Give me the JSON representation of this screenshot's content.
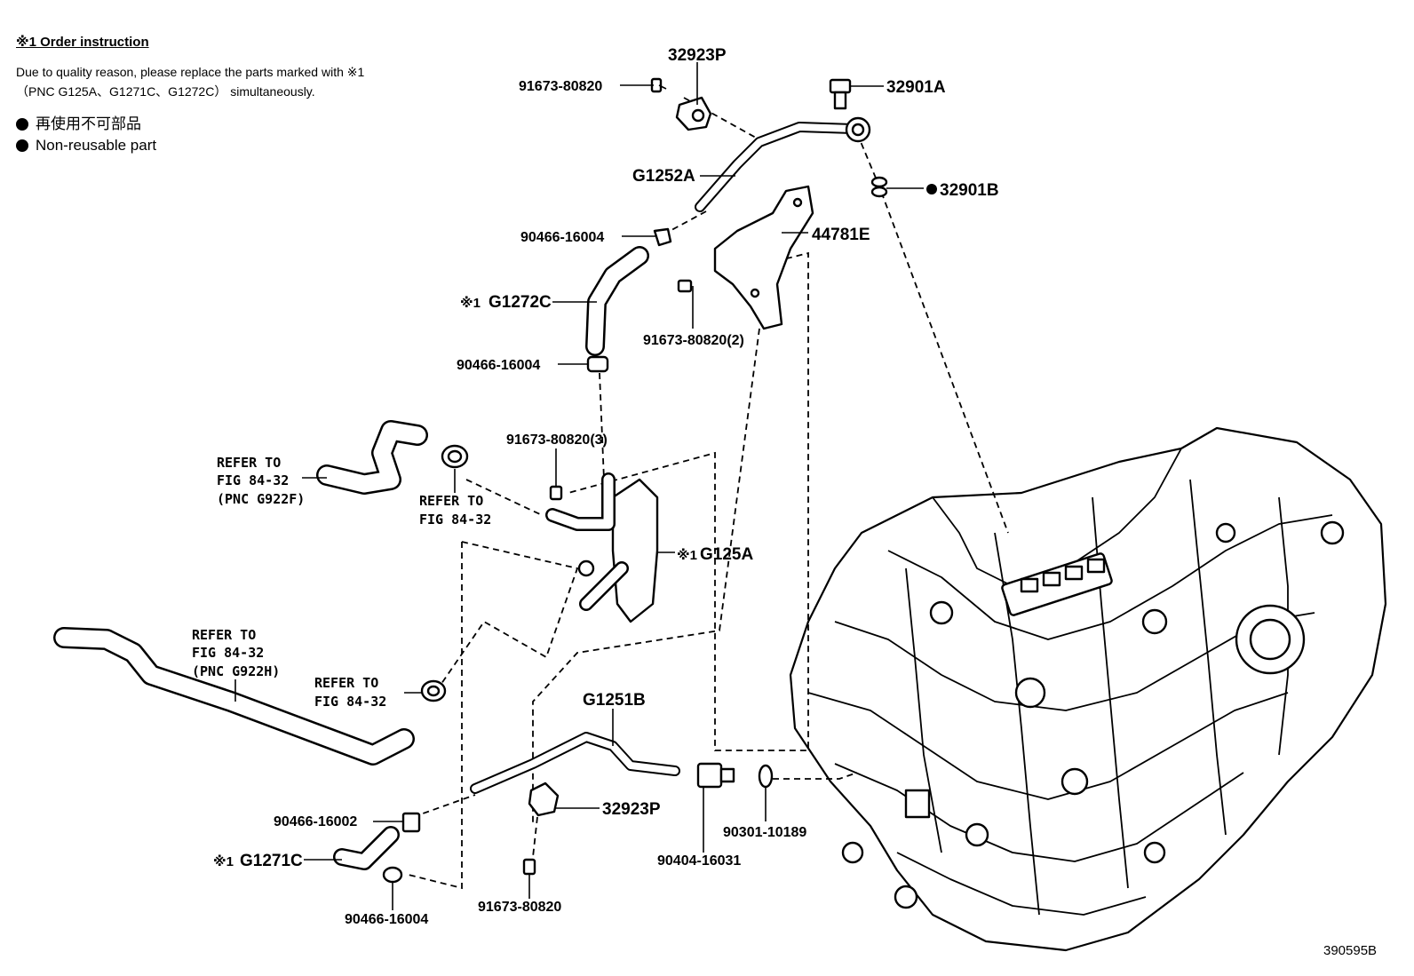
{
  "notes": {
    "title": "※1 Order instruction",
    "line1": "Due to quality reason, please replace the parts marked with ※1",
    "line2": "（PNC G125A、G1271C、G1272C） simultaneously."
  },
  "legend": {
    "jp": "再使用不可部品",
    "en": "Non-reusable part"
  },
  "labels": {
    "l_32923P_top": "32923P",
    "l_91673_top": "91673-80820",
    "l_32901A": "32901A",
    "l_32901B": "32901B",
    "l_G1252A": "G1252A",
    "l_90466_16004_a": "90466-16004",
    "l_44781E": "44781E",
    "l_G1272C": "G1272C",
    "l_91673_2": "91673-80820(2)",
    "l_90466_16004_b": "90466-16004",
    "l_91673_3": "91673-80820(3)",
    "l_refer1_a": "REFER TO",
    "l_refer1_b": "FIG 84-32",
    "l_refer1_c": "(PNC G922F)",
    "l_refer2_a": "REFER TO",
    "l_refer2_b": "FIG 84-32",
    "l_G125A": "G125A",
    "l_refer3_a": "REFER TO",
    "l_refer3_b": "FIG 84-32",
    "l_refer3_c": "(PNC G922H)",
    "l_refer4_a": "REFER TO",
    "l_refer4_b": "FIG 84-32",
    "l_G1251B": "G1251B",
    "l_32923P_bot": "32923P",
    "l_90466_16002": "90466-16002",
    "l_90301": "90301-10189",
    "l_90404": "90404-16031",
    "l_G1271C": "G1271C",
    "l_91673_bot": "91673-80820",
    "l_90466_16004_c": "90466-16004",
    "figure_id": "390595B"
  },
  "marks": {
    "special": "※1"
  }
}
